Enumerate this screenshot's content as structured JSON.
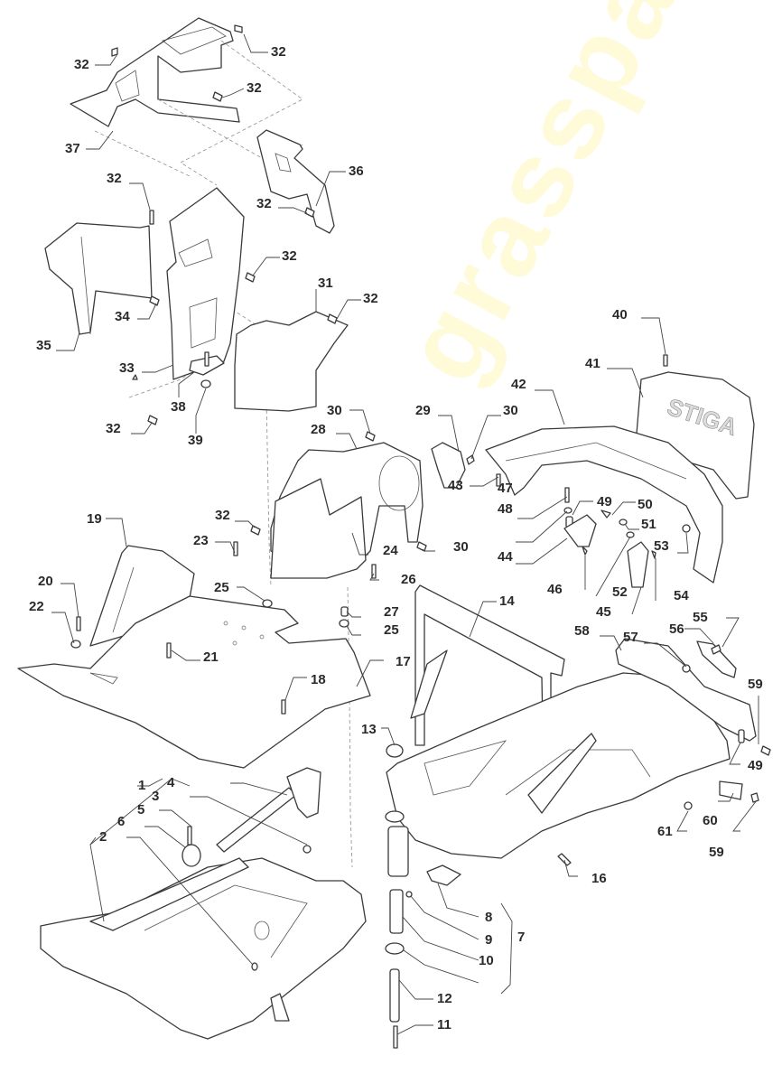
{
  "diagram": {
    "title": "Frame, dashboard and rear fender exploded parts diagram",
    "brand_on_part": "STIGA",
    "watermark": "grassparts.co.uk",
    "callouts": [
      {
        "id": "c32a",
        "num": "32"
      },
      {
        "id": "c32b",
        "num": "32"
      },
      {
        "id": "c32c",
        "num": "32"
      },
      {
        "id": "c37",
        "num": "37"
      },
      {
        "id": "c32d",
        "num": "32"
      },
      {
        "id": "c36",
        "num": "36"
      },
      {
        "id": "c32e",
        "num": "32"
      },
      {
        "id": "c32f",
        "num": "32"
      },
      {
        "id": "c31",
        "num": "31"
      },
      {
        "id": "c32g",
        "num": "32"
      },
      {
        "id": "c34",
        "num": "34"
      },
      {
        "id": "c35",
        "num": "35"
      },
      {
        "id": "c33",
        "num": "33"
      },
      {
        "id": "c38",
        "num": "38"
      },
      {
        "id": "c32h",
        "num": "32"
      },
      {
        "id": "c39",
        "num": "39"
      },
      {
        "id": "c40",
        "num": "40"
      },
      {
        "id": "c41",
        "num": "41"
      },
      {
        "id": "c42",
        "num": "42"
      },
      {
        "id": "c30a",
        "num": "30"
      },
      {
        "id": "c29",
        "num": "29"
      },
      {
        "id": "c30b",
        "num": "30"
      },
      {
        "id": "c28",
        "num": "28"
      },
      {
        "id": "c43",
        "num": "43"
      },
      {
        "id": "c47",
        "num": "47"
      },
      {
        "id": "c49a",
        "num": "49"
      },
      {
        "id": "c50",
        "num": "50"
      },
      {
        "id": "c48",
        "num": "48"
      },
      {
        "id": "c51",
        "num": "51"
      },
      {
        "id": "c53",
        "num": "53"
      },
      {
        "id": "c44",
        "num": "44"
      },
      {
        "id": "c46",
        "num": "46"
      },
      {
        "id": "c52",
        "num": "52"
      },
      {
        "id": "c54",
        "num": "54"
      },
      {
        "id": "c45",
        "num": "45"
      },
      {
        "id": "c19",
        "num": "19"
      },
      {
        "id": "c32i",
        "num": "32"
      },
      {
        "id": "c23",
        "num": "23"
      },
      {
        "id": "c24",
        "num": "24"
      },
      {
        "id": "c30c",
        "num": "30"
      },
      {
        "id": "c25a",
        "num": "25"
      },
      {
        "id": "c26",
        "num": "26"
      },
      {
        "id": "c20",
        "num": "20"
      },
      {
        "id": "c22",
        "num": "22"
      },
      {
        "id": "c27",
        "num": "27"
      },
      {
        "id": "c25b",
        "num": "25"
      },
      {
        "id": "c14",
        "num": "14"
      },
      {
        "id": "c21",
        "num": "21"
      },
      {
        "id": "c17",
        "num": "17"
      },
      {
        "id": "c55",
        "num": "55"
      },
      {
        "id": "c58",
        "num": "58"
      },
      {
        "id": "c57",
        "num": "57"
      },
      {
        "id": "c56",
        "num": "56"
      },
      {
        "id": "c59a",
        "num": "59"
      },
      {
        "id": "c18",
        "num": "18"
      },
      {
        "id": "c13",
        "num": "13"
      },
      {
        "id": "c49b",
        "num": "49"
      },
      {
        "id": "c1",
        "num": "1"
      },
      {
        "id": "c4",
        "num": "4"
      },
      {
        "id": "c3",
        "num": "3"
      },
      {
        "id": "c5",
        "num": "5"
      },
      {
        "id": "c6",
        "num": "6"
      },
      {
        "id": "c2",
        "num": "2"
      },
      {
        "id": "c60",
        "num": "60"
      },
      {
        "id": "c61",
        "num": "61"
      },
      {
        "id": "c59b",
        "num": "59"
      },
      {
        "id": "c16",
        "num": "16"
      },
      {
        "id": "c8",
        "num": "8"
      },
      {
        "id": "c7",
        "num": "7"
      },
      {
        "id": "c9",
        "num": "9"
      },
      {
        "id": "c10",
        "num": "10"
      },
      {
        "id": "c12",
        "num": "12"
      },
      {
        "id": "c11",
        "num": "11"
      }
    ]
  }
}
